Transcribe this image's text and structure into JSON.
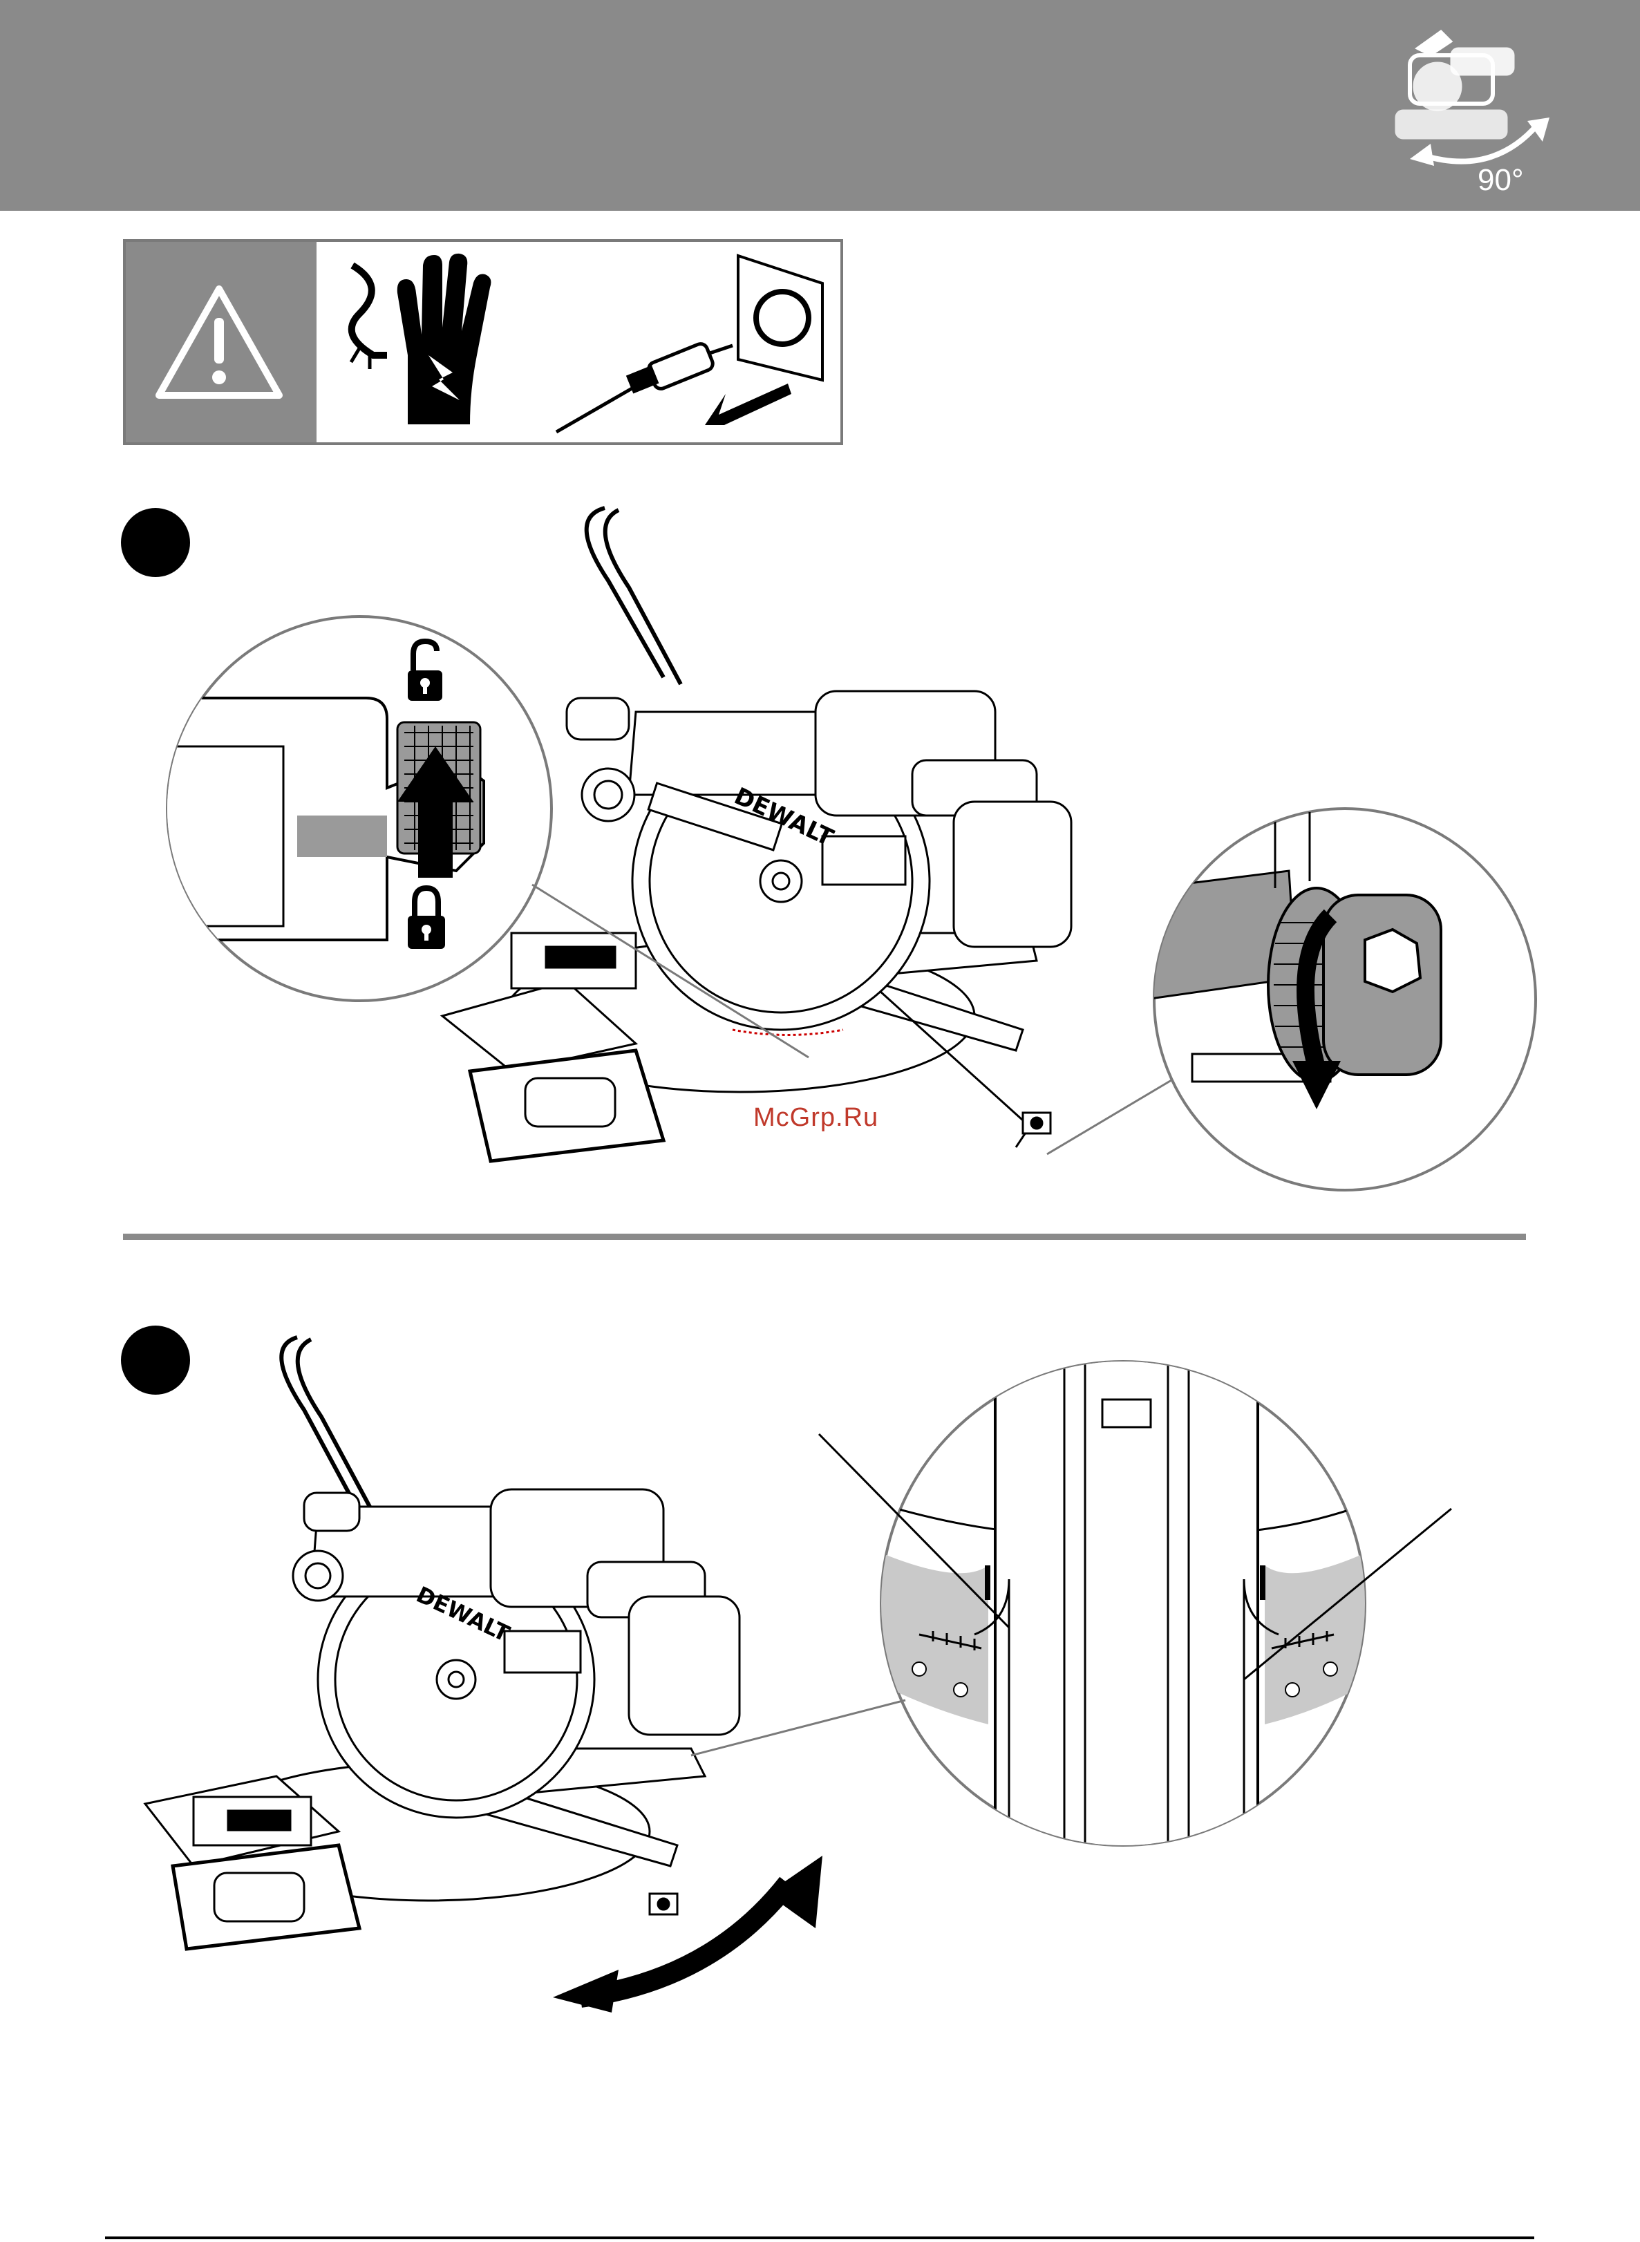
{
  "header": {
    "angle_label": "90°",
    "icon": "miter-saw-rotate-icon",
    "band_color": "#8a8a8a"
  },
  "warning_panel": {
    "icons": [
      "warning-triangle-icon",
      "electric-shock-hand-icon",
      "unplug-icon"
    ]
  },
  "steps": [
    {
      "callouts": [
        "lock-unlock-detail",
        "knob-rotate-detail"
      ]
    },
    {
      "callouts": [
        "miter-scale-detail"
      ]
    }
  ],
  "watermark": {
    "text": "McGrp.Ru",
    "color": "#c0392b"
  }
}
